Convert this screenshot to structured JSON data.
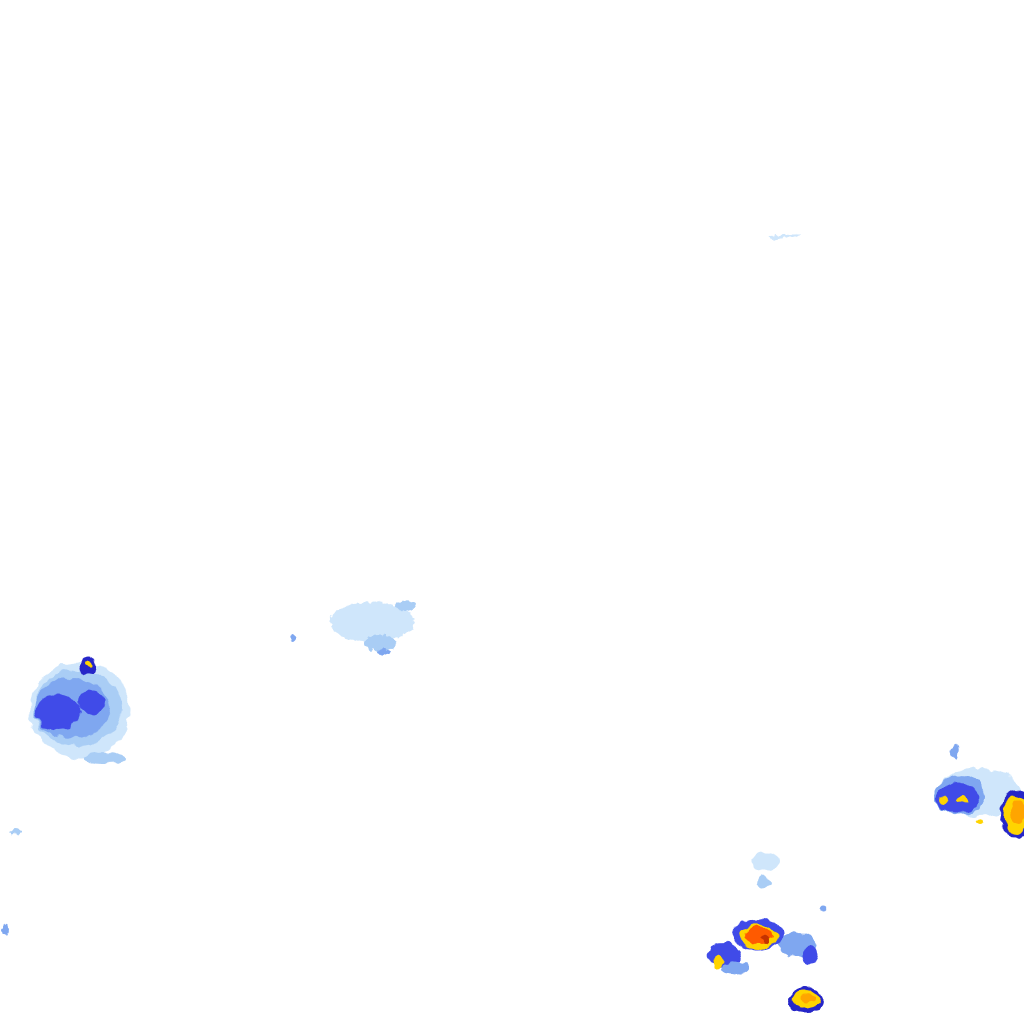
{
  "map": {
    "type": "precipitation-radar-tile",
    "background": "#ffffff",
    "legend_visible": false,
    "labels_visible": false,
    "colors": {
      "very_light": "#cfe6fb",
      "light": "#a9cdf5",
      "moderate_light": "#7fa7f0",
      "moderate": "#3f4ce8",
      "moderate_strong": "#2828c8",
      "heavy": "#ffd400",
      "heavy_orange": "#ffa500",
      "very_heavy": "#ff5a00",
      "extreme": "#c43200"
    },
    "intensity_scale": [
      "very_light",
      "light",
      "moderate_light",
      "moderate",
      "moderate_strong",
      "heavy",
      "heavy_orange",
      "very_heavy",
      "extreme"
    ]
  }
}
